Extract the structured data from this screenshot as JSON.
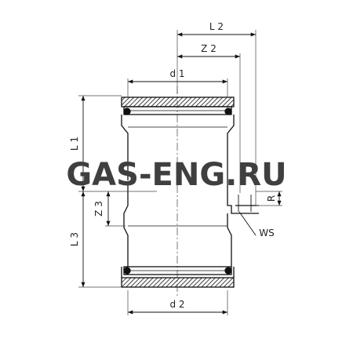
{
  "drawing": {
    "dimensions": {
      "L2": "L 2",
      "Z2": "Z 2",
      "d1": "d 1",
      "L1": "L 1",
      "Z3": "Z 3",
      "R": "R",
      "WS": "WS",
      "L3": "L 3",
      "d2": "d 2"
    },
    "watermark": "GAS-ENG.RU"
  }
}
